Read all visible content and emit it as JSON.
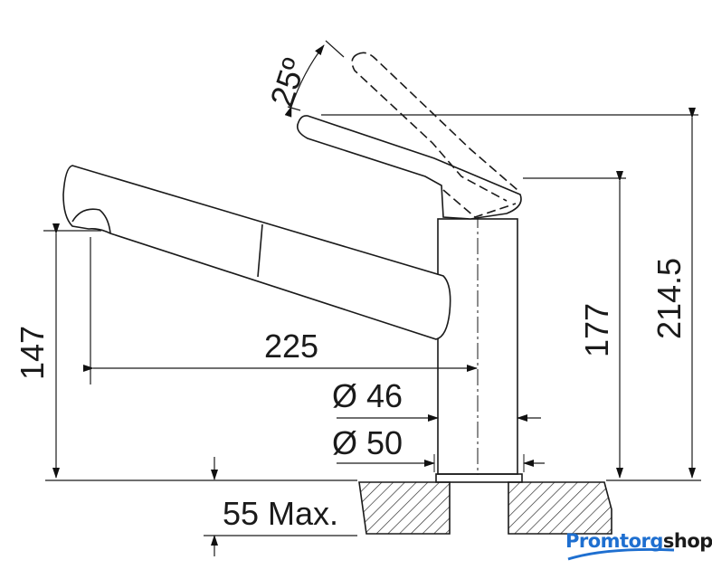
{
  "dimensions": {
    "angle": "25º",
    "total_height": "214.5",
    "body_height": "177",
    "spout_height": "147",
    "spout_reach": "225",
    "body_diameter": "Ø 46",
    "base_diameter": "Ø 50",
    "max_counter_thickness": "55 Max."
  },
  "watermark": {
    "brand_part1": "Promtorg",
    "brand_part2": "shop",
    "color_primary": "#1e6fd0",
    "color_secondary": "#1a1a1a"
  }
}
